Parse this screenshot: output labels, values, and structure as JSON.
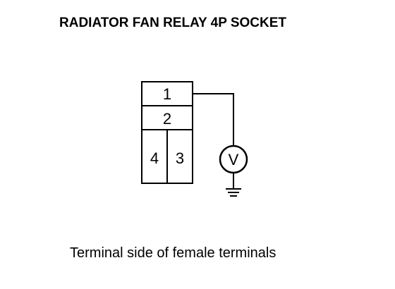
{
  "title": "RADIATOR FAN RELAY 4P SOCKET",
  "caption": "Terminal side of female terminals",
  "connector": {
    "terminals": [
      {
        "id": "1",
        "label": "1"
      },
      {
        "id": "2",
        "label": "2"
      },
      {
        "id": "4",
        "label": "4"
      },
      {
        "id": "3",
        "label": "3"
      }
    ]
  },
  "meter": {
    "symbol": "V",
    "icon": "voltmeter-icon"
  },
  "ground": {
    "icon": "ground-icon"
  }
}
